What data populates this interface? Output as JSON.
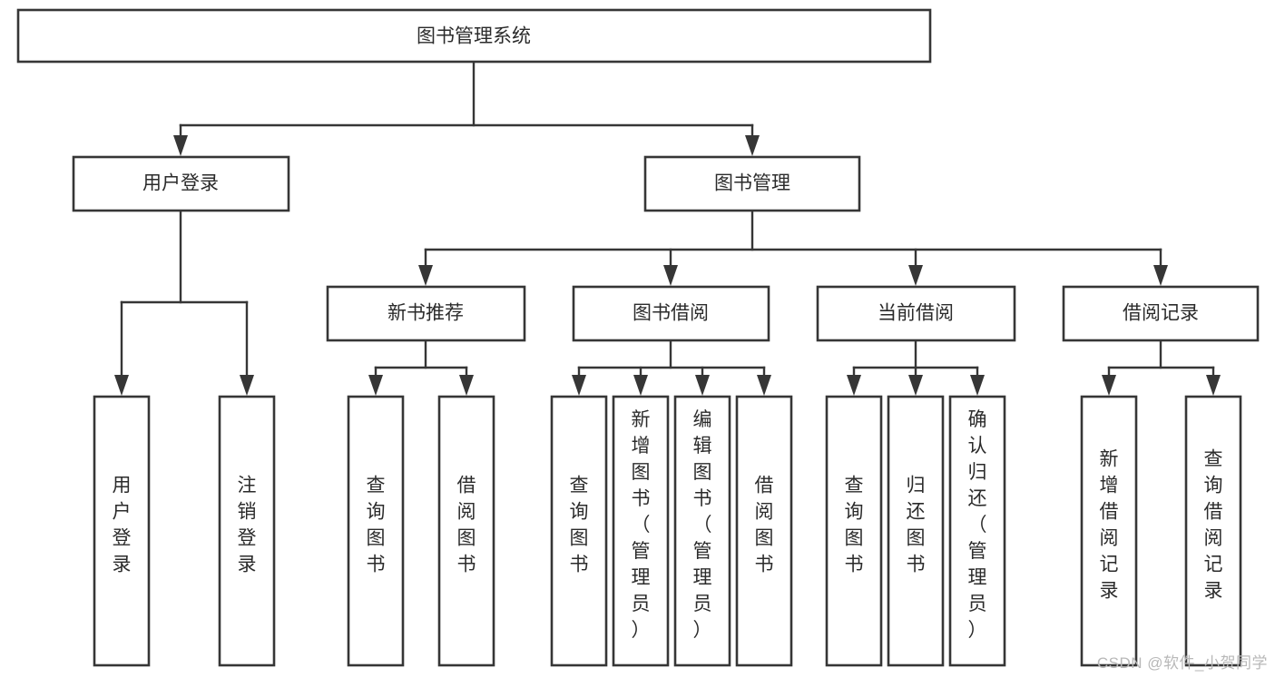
{
  "diagram": {
    "type": "tree-hierarchy",
    "title": "图书管理系统",
    "watermark": "CSDN @软件_小贺同学",
    "colors": {
      "stroke": "#363636",
      "fill": "#ffffff",
      "text": "#2b2b2b",
      "watermark": "#b8b8b8"
    },
    "root": {
      "label": "图书管理系统",
      "orientation": "horizontal"
    },
    "level2": [
      {
        "label": "用户登录",
        "orientation": "horizontal"
      },
      {
        "label": "图书管理",
        "orientation": "horizontal"
      }
    ],
    "level3": [
      {
        "label": "新书推荐",
        "orientation": "horizontal",
        "parent": "图书管理"
      },
      {
        "label": "图书借阅",
        "orientation": "horizontal",
        "parent": "图书管理"
      },
      {
        "label": "当前借阅",
        "orientation": "horizontal",
        "parent": "图书管理"
      },
      {
        "label": "借阅记录",
        "orientation": "horizontal",
        "parent": "图书管理"
      }
    ],
    "leaves": {
      "user_login": [
        {
          "label": "用户登录",
          "orientation": "vertical"
        },
        {
          "label": "注销登录",
          "orientation": "vertical"
        }
      ],
      "new_book_recommend": [
        {
          "label": "查询图书",
          "orientation": "vertical"
        },
        {
          "label": "借阅图书",
          "orientation": "vertical"
        }
      ],
      "book_borrow": [
        {
          "label": "查询图书",
          "orientation": "vertical"
        },
        {
          "label": "新增图书（管理员）",
          "orientation": "vertical"
        },
        {
          "label": "编辑图书（管理员）",
          "orientation": "vertical"
        },
        {
          "label": "借阅图书",
          "orientation": "vertical"
        }
      ],
      "current_borrow": [
        {
          "label": "查询图书",
          "orientation": "vertical"
        },
        {
          "label": "归还图书",
          "orientation": "vertical"
        },
        {
          "label": "确认归还（管理员）",
          "orientation": "vertical"
        }
      ],
      "borrow_record": [
        {
          "label": "新增借阅记录",
          "orientation": "vertical"
        },
        {
          "label": "查询借阅记录",
          "orientation": "vertical"
        }
      ]
    }
  }
}
